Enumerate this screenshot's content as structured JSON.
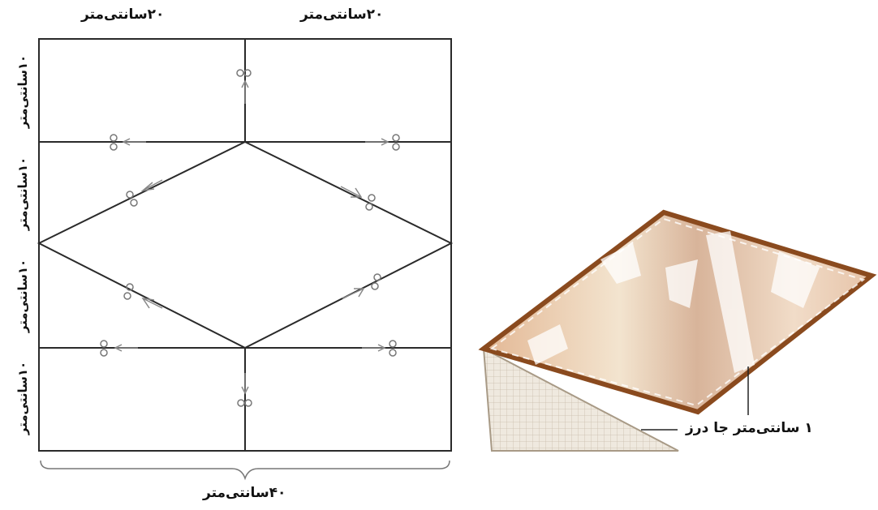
{
  "pattern": {
    "top_labels": [
      "۲۰سانتی‌متر",
      "۲۰سانتی‌متر"
    ],
    "side_labels": [
      "۱۰سانتی‌متر",
      "۱۰سانتی‌متر",
      "۱۰سانتی‌متر",
      "۱۰سانتی‌متر"
    ],
    "bottom_label": "۴۰سانتی‌متر"
  },
  "seam_callout": "۱ سانتی‌متر جا درز",
  "colors": {
    "line": "#2a2a2a",
    "fabric_border": "#8a4a1e",
    "fabric_fill": "#e8c9ac",
    "lining": "#ece6dc"
  }
}
